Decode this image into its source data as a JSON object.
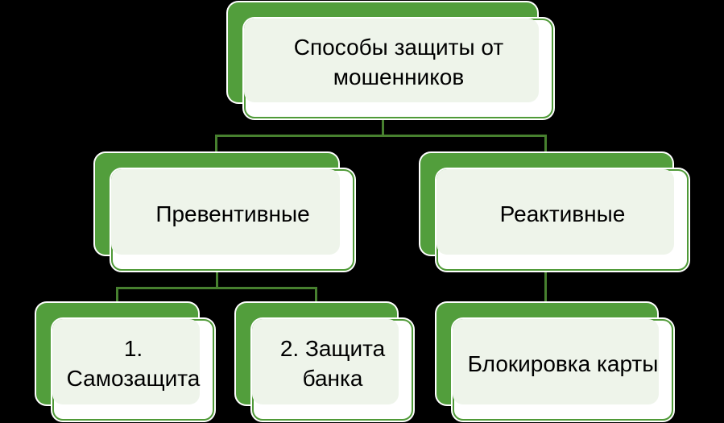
{
  "diagram_title": "Способы защиты от мошенников",
  "nodes": {
    "root": {
      "label": "Способы защиты от\nмошенников",
      "children": [
        "preventive",
        "reactive"
      ]
    },
    "preventive": {
      "label": "Превентивные",
      "children": [
        "self_defense",
        "bank_protection"
      ]
    },
    "reactive": {
      "label": "Реактивные",
      "children": [
        "card_blocking"
      ]
    },
    "self_defense": {
      "label": "1.\nСамозащита",
      "children": []
    },
    "bank_protection": {
      "label": "2. Защита\nбанка",
      "children": []
    },
    "card_blocking": {
      "label": "Блокировка карты",
      "children": []
    }
  },
  "colors": {
    "background": "#000000",
    "shape_green": "#529e3c",
    "border_green": "#4f9a37",
    "panel_tint": "#eef4ea",
    "front_fill": "#ffffff",
    "outline_white": "#ffffff",
    "connector_green": "#47802f",
    "text": "#000000"
  }
}
